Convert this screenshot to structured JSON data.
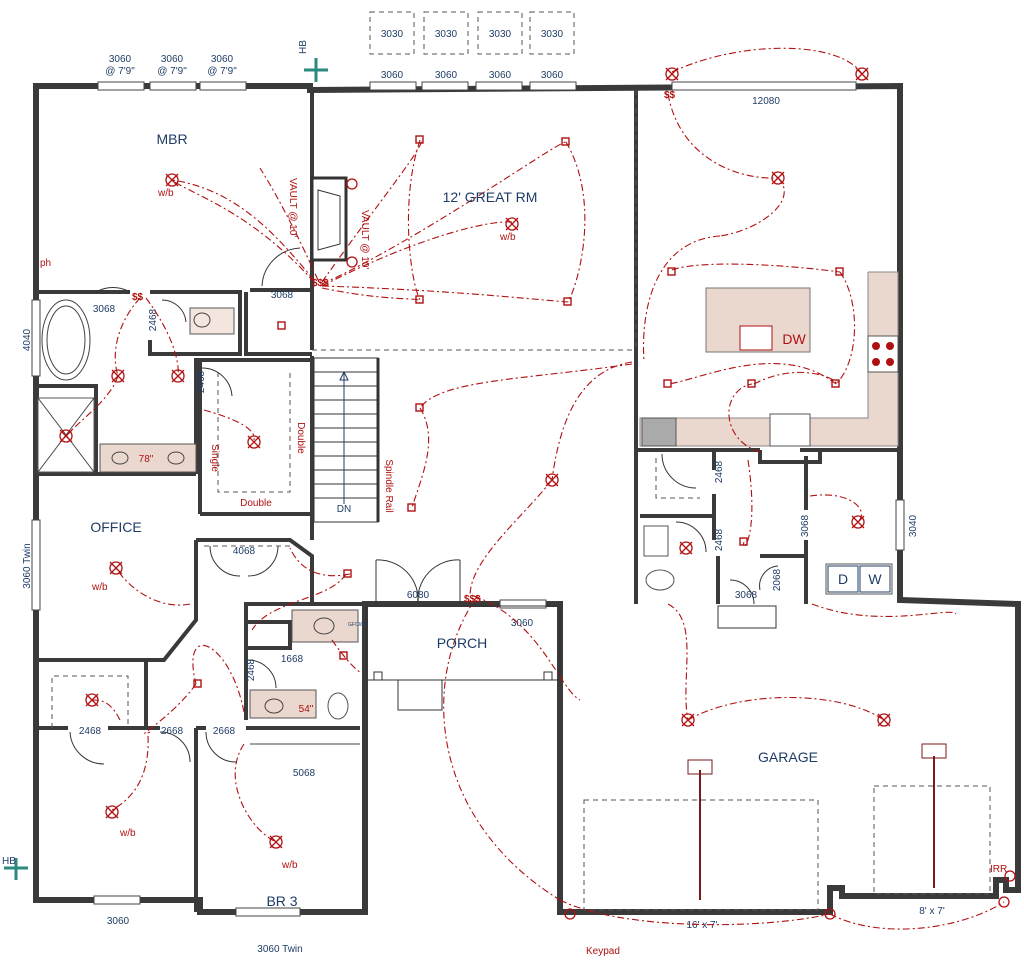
{
  "rooms": {
    "mbr": "MBR",
    "great_rm": "12' GREAT RM",
    "office": "OFFICE",
    "porch": "PORCH",
    "garage": "GARAGE",
    "br3": "BR 3"
  },
  "windows": {
    "mbr_1": [
      "3060",
      "@ 7'9\""
    ],
    "mbr_2": [
      "3060",
      "@ 7'9\""
    ],
    "mbr_3": [
      "3060",
      "@ 7'9\""
    ],
    "upper": [
      "3030",
      "3030",
      "3030",
      "3030"
    ],
    "great": [
      "3060",
      "3060",
      "3060",
      "3060"
    ],
    "slider": "12080",
    "mbr_bath": "4040",
    "office_twin": "3060 Twin",
    "laundry": "3040",
    "porch": "3060",
    "bed_sw": "3060",
    "br3_twin": "3060 Twin"
  },
  "doors": {
    "mbr": "3068",
    "bath": "3068",
    "wc": "2468",
    "closet_a": "2468",
    "office_closet": "4068",
    "entry": "6080",
    "pantry": "2468",
    "powder": "2468",
    "mud": "3068",
    "laundry": "3068",
    "mud_closet": "2068",
    "hall_bath": "1668",
    "bath2": "2468",
    "bed_closet": "2468",
    "bed_door": "2668",
    "br3_door": "2668",
    "br3_closet": "5068"
  },
  "labels": {
    "wb": "w/b",
    "ph": "ph",
    "vanity_mbr": "78\"",
    "vanity_hall": "54\"",
    "shelf_single": "Single",
    "shelf_double": "Double",
    "shelf_double2": "Double",
    "stair_dn": "DN",
    "spindle": "Spindle Rail",
    "dw": "DW",
    "washer": "W",
    "dryer": "D",
    "gfci": "GFCI/HP",
    "garage_door_1": "16' x 7'",
    "garage_door_2": "8' x 7'",
    "keypad": "Keypad",
    "hb": "HB",
    "irr": "IRR",
    "vaulted_1": "VAULT @ 10'",
    "vaulted_2": "VAULT @ 10'",
    "s1": "$$",
    "s2": "$$$",
    "s3": "$$",
    "s4": "$$$"
  },
  "colors": {
    "wall": "#3a3a3a",
    "text": "#1f3c66",
    "electrical": "#b01010",
    "hose_bib": "#2a8a80"
  }
}
